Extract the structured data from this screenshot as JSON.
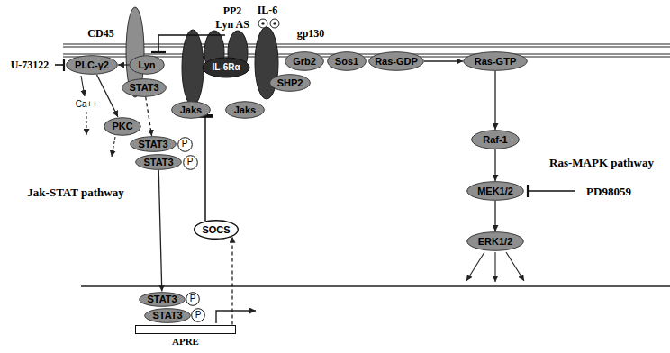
{
  "diagram": {
    "nodes": [
      {
        "text": [
          "PLC-γ2"
        ]
      },
      {
        "text": [
          "Lyn"
        ]
      },
      {
        "text": [
          "STAT3"
        ]
      },
      {
        "text": [
          "Jaks"
        ]
      },
      {
        "text": [
          "Jaks"
        ]
      },
      {
        "text": [
          "SHP2"
        ]
      },
      {
        "text": [
          "Grb2"
        ]
      },
      {
        "text": [
          "Sos1"
        ]
      },
      {
        "text": [
          "Ras-GDP"
        ]
      },
      {
        "text": [
          "Ras-GTP"
        ]
      },
      {
        "text": [
          "Raf-1"
        ]
      },
      {
        "text": [
          "MEK1/2"
        ]
      },
      {
        "text": [
          "ERK1/2"
        ]
      },
      {
        "text": [
          "PKC"
        ]
      },
      {
        "text": [
          "STAT3"
        ]
      },
      {
        "text": [
          "P"
        ]
      },
      {
        "text": [
          "STAT3"
        ]
      },
      {
        "text": [
          "P"
        ]
      },
      {
        "text": [
          "SOCS"
        ]
      },
      {
        "text": [
          "STAT3"
        ]
      },
      {
        "text": [
          "P"
        ]
      },
      {
        "text": [
          "STAT3"
        ]
      },
      {
        "text": [
          "P"
        ]
      },
      {
        "text": [
          "APRE"
        ]
      }
    ],
    "edges": [
      {
        "from": 1,
        "to": 0,
        "arrow": "to"
      },
      {
        "from": 0,
        "to": 13,
        "arrow": "to"
      },
      {
        "from": 2,
        "to": 14,
        "arrow": "to"
      },
      {
        "from": 16,
        "to": 19,
        "arrow": "to"
      },
      {
        "from": 18,
        "to": 3,
        "arrow": "to"
      },
      {
        "from": 23,
        "to": 18,
        "arrow": "to"
      },
      {
        "from": 8,
        "to": 9,
        "arrow": "to"
      },
      {
        "from": 9,
        "to": 10,
        "arrow": "to"
      },
      {
        "from": 10,
        "to": 11,
        "arrow": "to"
      },
      {
        "from": 11,
        "to": 12,
        "arrow": "to"
      }
    ],
    "labels": [
      "CD45",
      "PP2",
      "Lyn AS",
      "IL-6",
      "gp130",
      "IL-6Rα",
      "U-73122",
      "Ca++",
      "Jak-STAT pathway",
      "Ras-MAPK pathway",
      "PD98059"
    ]
  }
}
